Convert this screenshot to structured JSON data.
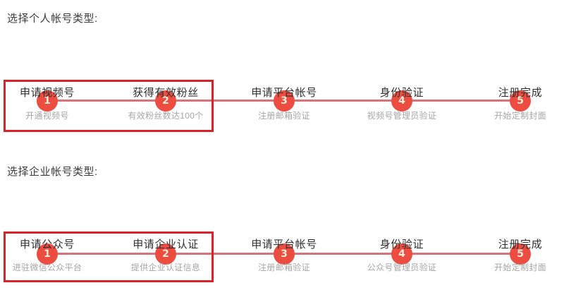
{
  "page": {
    "colors": {
      "node_fill": "#ed4c41",
      "node_text": "#fdecd9",
      "track": "#d9737a",
      "highlight_border": "#d8232a",
      "title_text": "#2f2f2f",
      "sub_text": "#a6a6a6",
      "background": "#ffffff"
    }
  },
  "sections": [
    {
      "id": "personal",
      "heading": "选择个人帐号类型:",
      "steps": [
        {
          "number": "1",
          "title": "申请视频号",
          "subtitle": "开通视频号"
        },
        {
          "number": "2",
          "title": "获得有效粉丝",
          "subtitle": "有效粉丝数达100个"
        },
        {
          "number": "3",
          "title": "申请平台帐号",
          "subtitle": "注册邮箱验证"
        },
        {
          "number": "4",
          "title": "身份验证",
          "subtitle": "视频号管理员验证"
        },
        {
          "number": "5",
          "title": "注册完成",
          "subtitle": "开始定制封面"
        }
      ],
      "highlight": {
        "covers_steps": [
          "1",
          "2"
        ]
      }
    },
    {
      "id": "enterprise",
      "heading": "选择企业帐号类型:",
      "steps": [
        {
          "number": "1",
          "title": "申请公众号",
          "subtitle": "进驻微信公众平台"
        },
        {
          "number": "2",
          "title": "申请企业认证",
          "subtitle": "提供企业认证信息"
        },
        {
          "number": "3",
          "title": "申请平台帐号",
          "subtitle": "注册邮箱验证"
        },
        {
          "number": "4",
          "title": "身份验证",
          "subtitle": "公众号管理员验证"
        },
        {
          "number": "5",
          "title": "注册完成",
          "subtitle": "开始定制封面"
        }
      ],
      "highlight": {
        "covers_steps": [
          "1",
          "2"
        ]
      }
    }
  ]
}
